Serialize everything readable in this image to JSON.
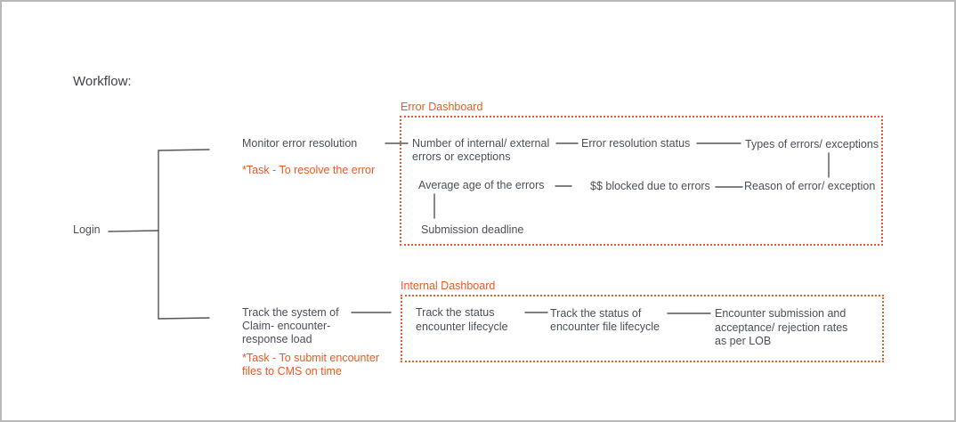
{
  "workflow": {
    "title": "Workflow:",
    "root": "Login",
    "branch_top": {
      "label": "Monitor error resolution",
      "task": "*Task - To resolve the error"
    },
    "branch_bottom": {
      "label_lines": [
        "Track the system of",
        "Claim- encounter-",
        "response load"
      ],
      "task_lines": [
        "*Task - To submit encounter",
        "files to CMS on time"
      ]
    },
    "error_dashboard": {
      "label": "Error Dashboard",
      "internal_external_lines": [
        "Number of internal/ external",
        "errors or exceptions"
      ],
      "resolution_status": "Error resolution status",
      "types_of_errors": "Types of errors/ exceptions",
      "reason_of_error": "Reason of error/ exception",
      "blocked": "$$ blocked due to errors",
      "average_age": "Average age of the errors",
      "submission_deadline": "Submission deadline"
    },
    "internal_dashboard": {
      "label": "Internal Dashboard",
      "status_lifecycle_lines": [
        "Track the status",
        "encounter lifecycle"
      ],
      "file_lifecycle_lines": [
        "Track the status of",
        "encounter file lifecycle"
      ],
      "rates_lines": [
        "Encounter submission and",
        "acceptance/ rejection rates",
        "as per LOB"
      ]
    }
  },
  "colors": {
    "accent": "#ea5a24",
    "text": "#4a4f59",
    "line": "#555555",
    "frame": "#b9b9b9"
  }
}
